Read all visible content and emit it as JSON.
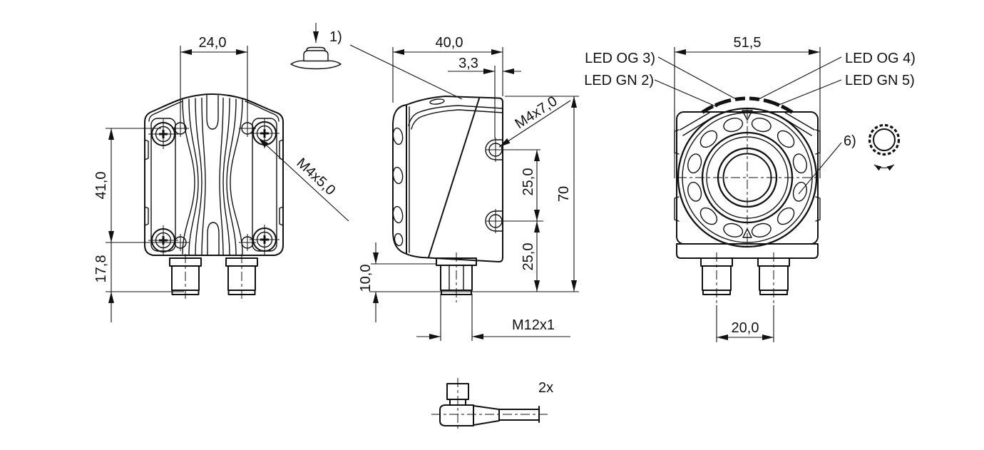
{
  "colors": {
    "background": "#ffffff",
    "ink": "#111111"
  },
  "front_view": {
    "dim_mount_width": "24,0",
    "dim_mount_height": "41,0",
    "dim_bottom_offset": "17,8",
    "screw_thread_label": "M4x5,0"
  },
  "side_view": {
    "dim_depth": "40,0",
    "dim_rear_offset": "3,3",
    "screw_thread_label": "M4x7,0",
    "dim_hole_pitch": "25,0",
    "dim_hole_to_base": "25,0",
    "dim_total_height": "70",
    "dim_thread_length": "10,0",
    "connector_thread_label": "M12x1"
  },
  "lens_view": {
    "dim_width": "51,5",
    "led_top_left": "LED OG 3)",
    "led_lower_left": "LED GN 2)",
    "led_top_right": "LED OG 4)",
    "led_lower_right": "LED GN 5)",
    "ring_callout": "6)",
    "dim_connector_pitch": "20,0"
  },
  "callouts": {
    "button_note": "1)"
  },
  "cable": {
    "quantity_label": "2x"
  }
}
